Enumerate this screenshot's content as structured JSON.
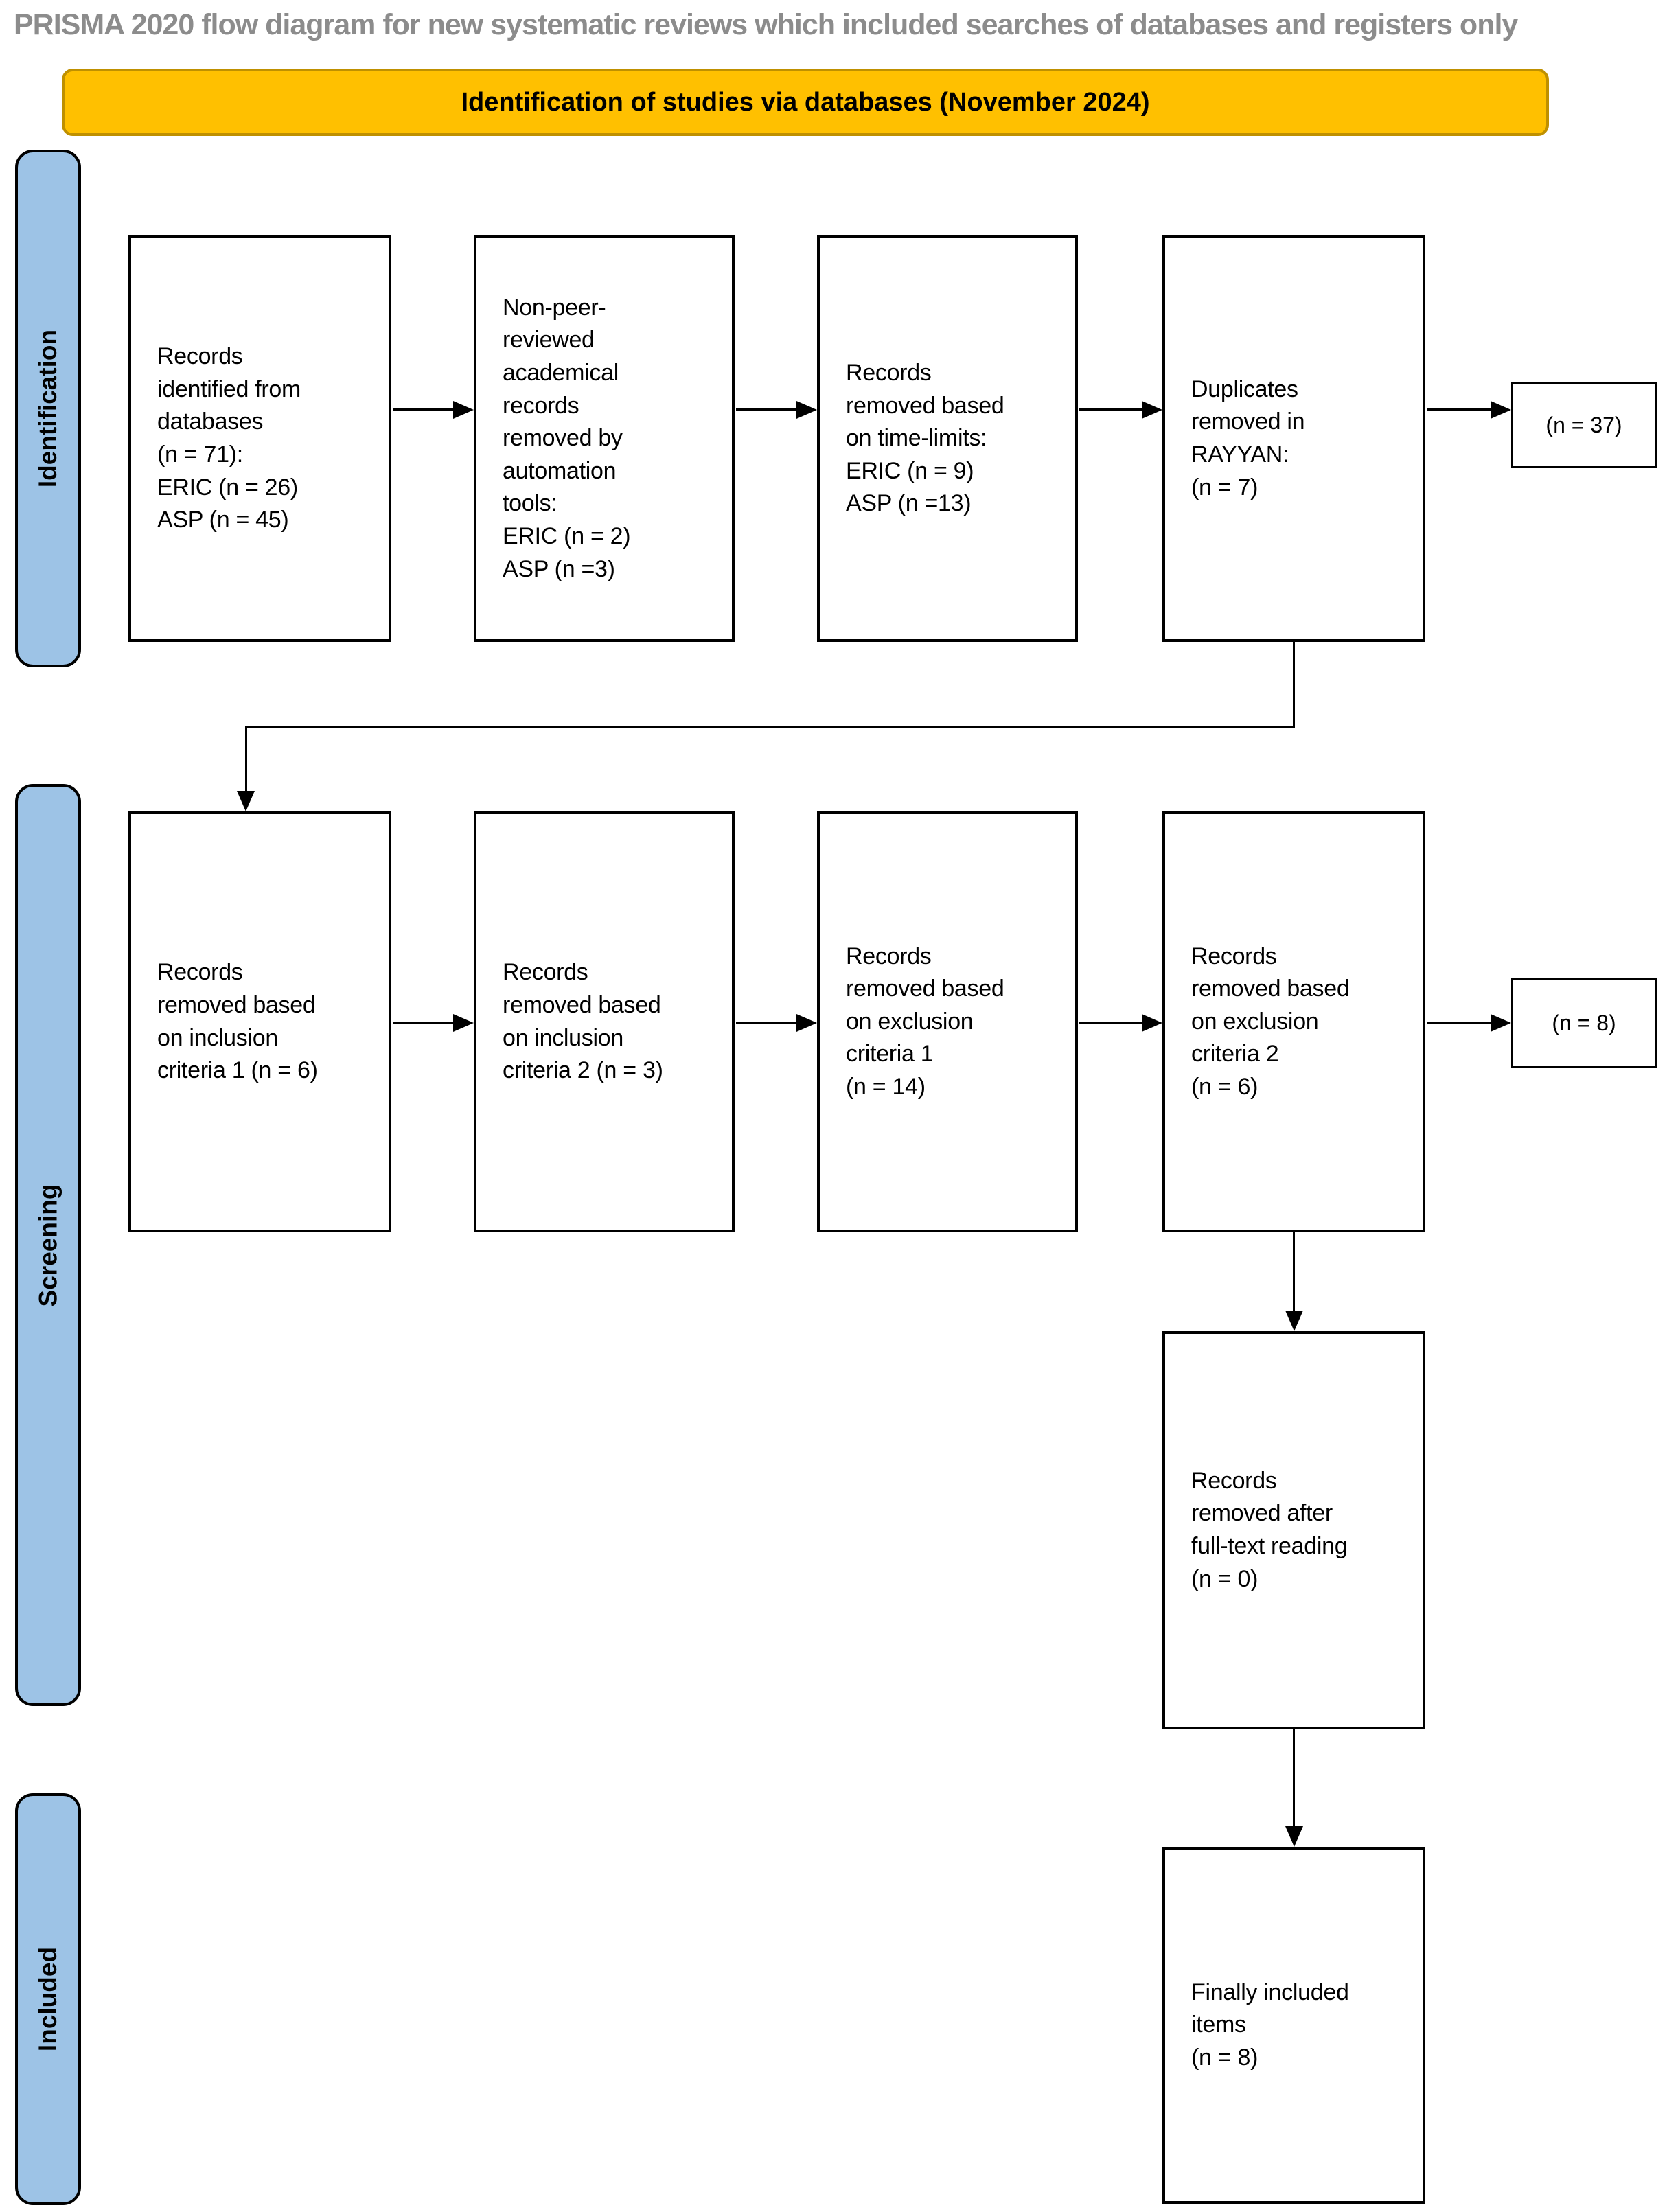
{
  "title": "PRISMA 2020 flow diagram for new systematic reviews which included searches of databases and registers only",
  "banner": {
    "label": "Identification of studies via databases (November 2024)"
  },
  "stages": {
    "identification": "Identification",
    "screening": "Screening",
    "included": "Included"
  },
  "boxes": {
    "records_identified": "Records\nidentified from\ndatabases\n(n = 71):\nERIC (n = 26)\nASP (n = 45)",
    "non_peer_reviewed": "Non-peer-\nreviewed\nacademical\nrecords\nremoved by\nautomation\ntools:\nERIC (n = 2)\nASP (n =3)",
    "time_limits": "Records\nremoved based\non time-limits:\nERIC (n = 9)\nASP (n =13)",
    "duplicates": "Duplicates\nremoved in\nRAYYAN:\n(n = 7)",
    "duplicates_removed_count": "(n = 37)",
    "inclusion1": "Records\nremoved based\non inclusion\ncriteria 1 (n = 6)",
    "inclusion2": "Records\nremoved based\non inclusion\ncriteria 2 (n = 3)",
    "exclusion1": "Records\nremoved based\non exclusion\ncriteria 1\n(n = 14)",
    "exclusion2": "Records\nremoved based\non exclusion\ncriteria 2\n(n = 6)",
    "exclusion_removed_count": "(n = 8)",
    "fulltext_removed": "Records\nremoved after\nfull-text reading\n(n = 0)",
    "finally_included": "Finally included\nitems\n(n = 8)"
  },
  "colors": {
    "banner_fill": "#FFC000",
    "banner_border": "#BF9000",
    "stage_fill": "#9DC3E6",
    "box_border": "#000000",
    "box_fill": "#FFFFFF",
    "arrow": "#000000",
    "title_color": "#8C8C8C",
    "background": "#FFFFFF"
  }
}
